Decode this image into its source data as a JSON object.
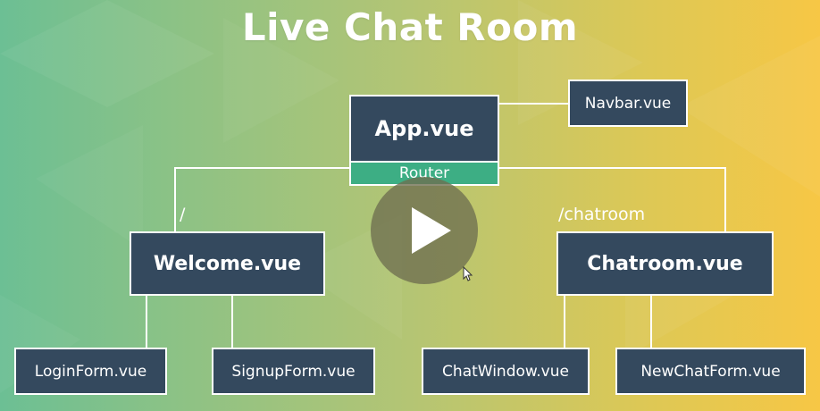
{
  "title": "Live Chat Room",
  "nodes": {
    "app": "App.vue",
    "router": "Router",
    "navbar": "Navbar.vue",
    "welcome": "Welcome.vue",
    "chatroom": "Chatroom.vue",
    "login_form": "LoginForm.vue",
    "signup_form": "SignupForm.vue",
    "chat_window": "ChatWindow.vue",
    "new_chat_form": "NewChatForm.vue"
  },
  "routes": {
    "root": "/",
    "chatroom": "/chatroom"
  },
  "icons": {
    "play": "play-icon",
    "cursor": "cursor-icon"
  },
  "colors": {
    "node_fill": "#34495e",
    "router_fill": "#3dae84",
    "line": "#ffffff"
  }
}
